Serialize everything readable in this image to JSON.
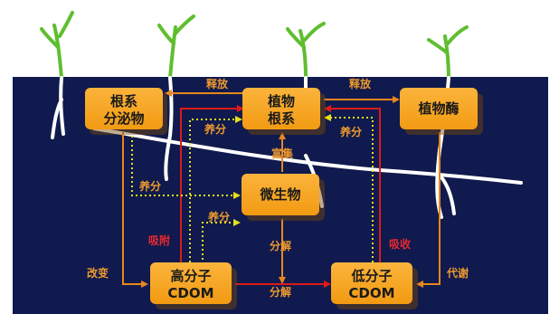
{
  "nodes": {
    "root_exudate": [
      "根系",
      "分泌物"
    ],
    "plant_root": [
      "植物",
      "根系"
    ],
    "plant_enzyme": [
      "植物酶"
    ],
    "microbe": [
      "微生物"
    ],
    "high_mw": [
      "高分子",
      "CDOM"
    ],
    "low_mw": [
      "低分子",
      "CDOM"
    ]
  },
  "edge_labels": {
    "release_1": "释放",
    "release_2": "释放",
    "nutrient_1": "养分",
    "nutrient_2": "养分",
    "nutrient_3": "养分",
    "nutrient_4": "养分",
    "enrich": "富集",
    "decompose_1": "分解",
    "decompose_2": "分解",
    "adsorb": "吸附",
    "absorb": "吸收",
    "change": "改变",
    "metabolize": "代谢"
  },
  "colors": {
    "background": "#101a4e",
    "box_fill": "#f7a21a",
    "box_shadow": "#7a4a08",
    "orange_line": "#e8871e",
    "yellow_dotted": "#e5e018",
    "red_line": "#dd1a1a",
    "label_orange": "#ef9a2c",
    "label_red": "#e8282e",
    "root_white": "#ffffff",
    "sprout_green": "#5fbe2f"
  }
}
